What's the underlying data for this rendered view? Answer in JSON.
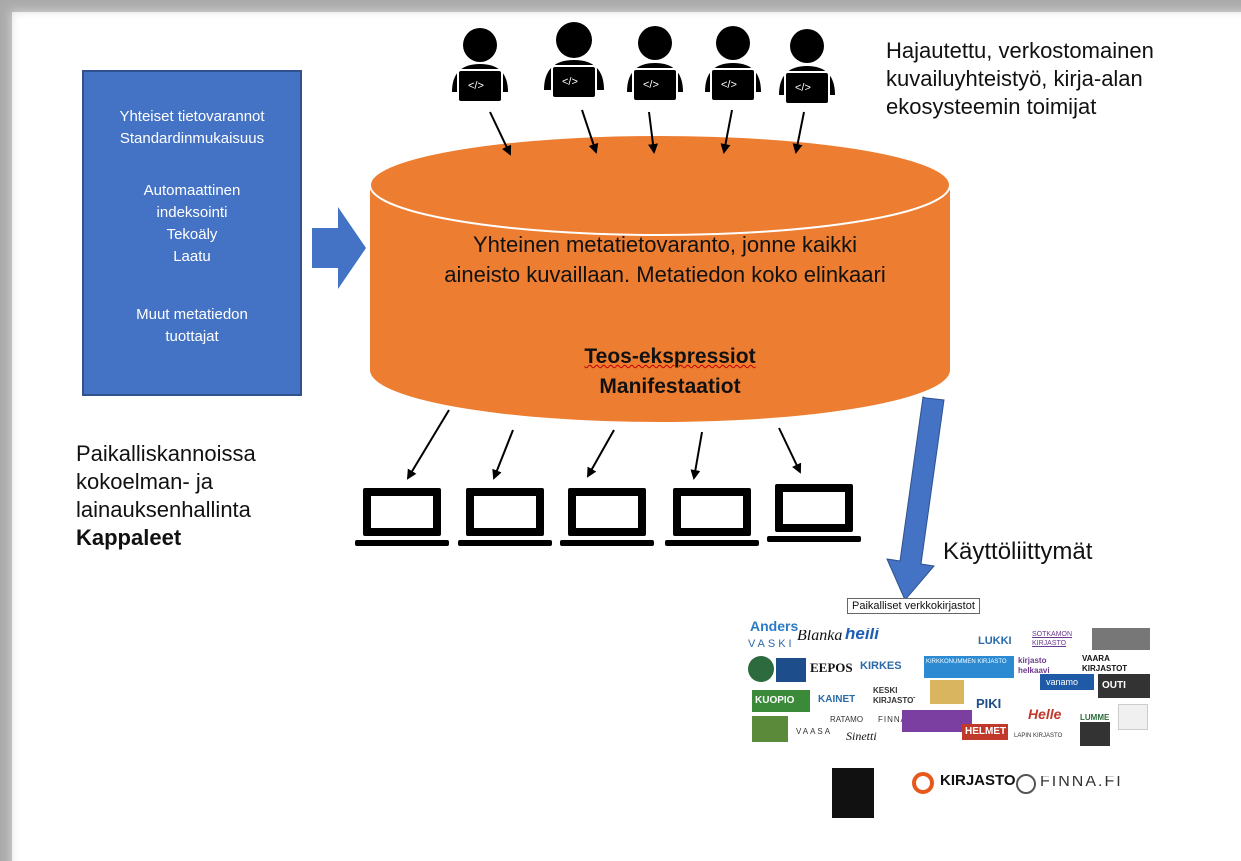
{
  "blue_box": {
    "group1": [
      "Yhteiset tietovarannot",
      "Standardinmukaisuus"
    ],
    "group2": [
      "Automaattinen",
      "indeksointi",
      "Tekoäly",
      "Laatu"
    ],
    "group3": [
      "Muut metatiedon",
      "tuottajat"
    ],
    "color": "#4472c4"
  },
  "actors_text": [
    "Hajautettu, verkostomainen",
    "kuvailuyhteistyö, kirja-alan",
    "ekosysteemin toimijat"
  ],
  "actor_icon_label": "</>",
  "cylinder": {
    "text_line1": "Yhteinen metatietovaranto, jonne kaikki",
    "text_line2": "aineisto kuvaillaan. Metatiedon koko elinkaari",
    "bold_line1": "Teos-ekspressiot",
    "bold_line2": "Manifestaatiot",
    "color": "#ed7d31"
  },
  "local_text": [
    "Paikalliskannoissa",
    "kokoelman- ja",
    "lainauksenhallinta"
  ],
  "local_bold": "Kappaleet",
  "ui_label": "Käyttöliittymät",
  "logos": {
    "header": "Paikalliset verkkokirjastot",
    "items": [
      "Anders",
      "VASKI",
      "Blanka",
      "heili",
      "LUKKI",
      "SOTKAMON KIRJASTO",
      "EEPOS",
      "KIRKES",
      "KIRKKONUMMEN KIRJASTO",
      "kirjasto helkaavi",
      "VAARA KIRJASTOT",
      "KUOPIO",
      "KAINET",
      "KESKI KIRJASTOT",
      "OUTI",
      "PIKI",
      "RATAMO",
      "FINNA",
      "Helle",
      "LUMME",
      "HELMET",
      "VAASA",
      "Sinetti",
      "LAPIN KIRJASTO",
      "vanamo"
    ],
    "bottom": [
      "KIRJASTO",
      "FINNA.FI"
    ]
  },
  "colors": {
    "arrow": "#4472c4",
    "actor": "#000000"
  }
}
